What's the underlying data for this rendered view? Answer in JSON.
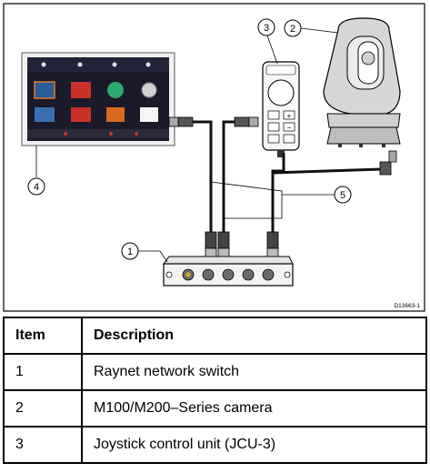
{
  "diagram": {
    "callouts": [
      "1",
      "2",
      "3",
      "4",
      "5"
    ],
    "drawing_ref": "D13663-1"
  },
  "table": {
    "headers": [
      "Item",
      "Description"
    ],
    "rows": [
      {
        "item": "1",
        "description": "Raynet  network  switch"
      },
      {
        "item": "2",
        "description": "M100/M200–Series  camera"
      },
      {
        "item": "3",
        "description": "Joystick  control  unit  (JCU-3)"
      }
    ]
  }
}
